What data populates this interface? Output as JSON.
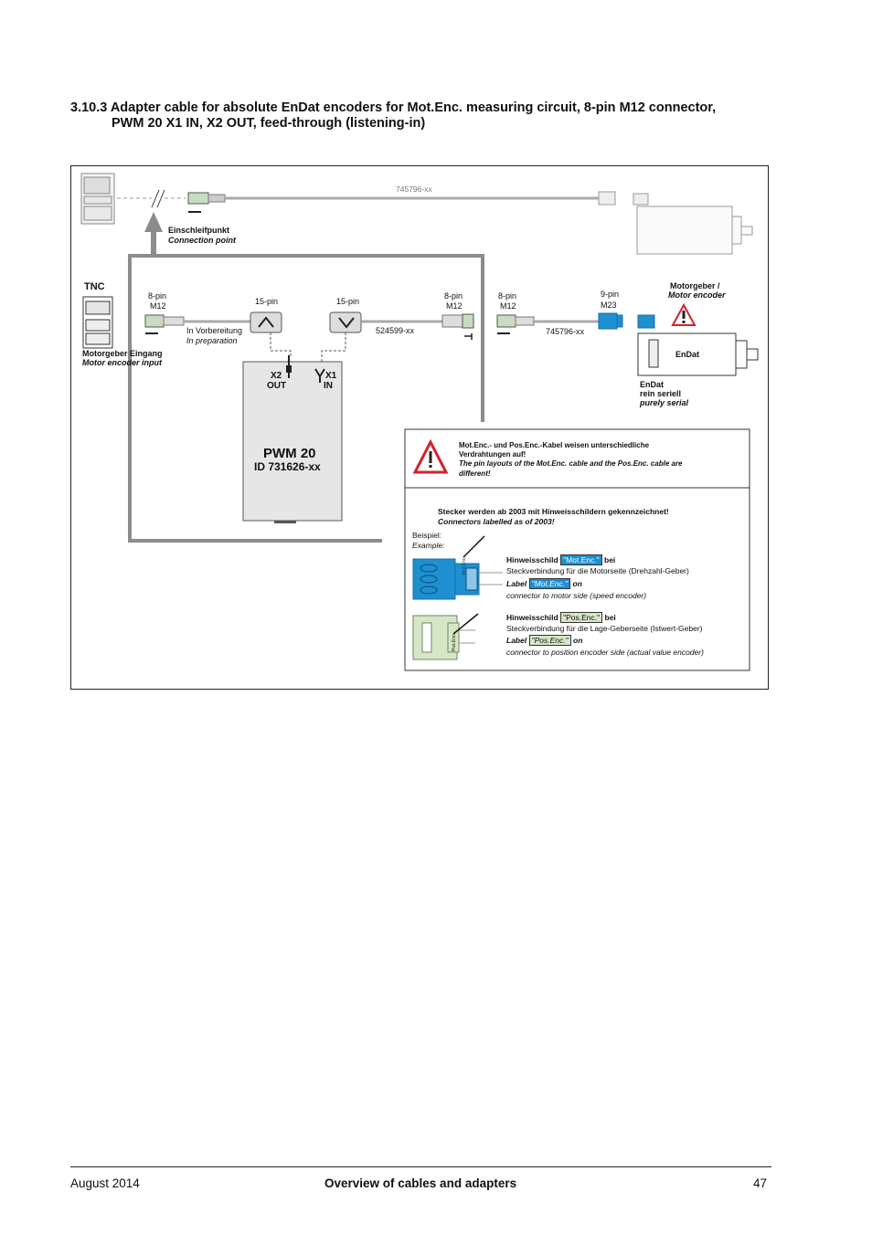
{
  "section": {
    "number": "3.10.3",
    "title_line1": "Adapter cable for absolute EnDat encoders for Mot.Enc. measuring circuit, 8-pin M12 connector,",
    "title_line2": "PWM 20 X1 IN, X2 OUT, feed-through (listening-in)"
  },
  "diagram": {
    "cable_top": "745796-xx",
    "connection_point_de": "Einschleifpunkt",
    "connection_point_en": "Connection point",
    "tnc": "TNC",
    "motor_input_de": "Motorgeber Eingang",
    "motor_input_en": "Motor encoder input",
    "pin8_left": "8-pin",
    "m12_left": "M12",
    "pin15_left": "15-pin",
    "in_prep_de": "In Vorbereitung",
    "in_prep_en": "In preparation",
    "pin15_right": "15-pin",
    "cable_mid": "524599-xx",
    "pin8_mid": "8-pin",
    "m12_mid": "M12",
    "pin8_right": "8-pin",
    "m12_right": "M12",
    "pin9": "9-pin",
    "m23": "M23",
    "cable_right": "745796-xx",
    "motor_encoder_de": "Motorgeber /",
    "motor_encoder_en": "Motor encoder",
    "endat": "EnDat",
    "endat_desc1": "EnDat",
    "endat_desc2": "rein seriell",
    "endat_desc3": "purely serial",
    "x2": "X2",
    "out": "OUT",
    "x1": "X1",
    "in": "IN",
    "pwm_name": "PWM 20",
    "pwm_id": "ID 731626-xx"
  },
  "warning": {
    "de_line1": "Mot.Enc.- und Pos.Enc.-Kabel weisen unterschiedliche",
    "de_line2": "Verdrahtungen auf!",
    "en_line1": "The pin layouts of the Mot.Enc. cable and the Pos.Enc. cable are",
    "en_line2": "different!"
  },
  "labels_info": {
    "de": "Stecker werden ab 2003 mit Hinweisschildern gekennzeichnet!",
    "en": "Connectors labelled as of 2003!",
    "example_de": "Beispiel:",
    "example_en": "Example:",
    "mot_word": "Hinweisschild",
    "mot_tag": "\"Mot.Enc.\"",
    "mot_bei": "bei",
    "mot_line2": "Steckverbindung für die Motorseite (Drehzahl-Geber)",
    "mot_label_word": "Label",
    "mot_label_on": "on",
    "mot_en_line": "connector to motor side (speed encoder)",
    "pos_word": "Hinweisschild",
    "pos_tag": "\"Pos.Enc.\"",
    "pos_bei": "bei",
    "pos_line2": "Steckverbindung für die Lage-Geberseite (Istwert-Geber)",
    "pos_label_word": "Label",
    "pos_label_on": "on",
    "pos_en_line": "connector to position encoder side (actual value encoder)",
    "mot_connector_text": "Mot.Enc.",
    "pos_connector_text": "Pos.Enc."
  },
  "footer": {
    "date": "August 2014",
    "title": "Overview of cables and adapters",
    "page": "47"
  },
  "colors": {
    "frame_gray": "#8c8c8c",
    "connector_blue": "#1e8fd0",
    "connector_green": "#d6e7c8",
    "warning_red": "#d6202a"
  }
}
